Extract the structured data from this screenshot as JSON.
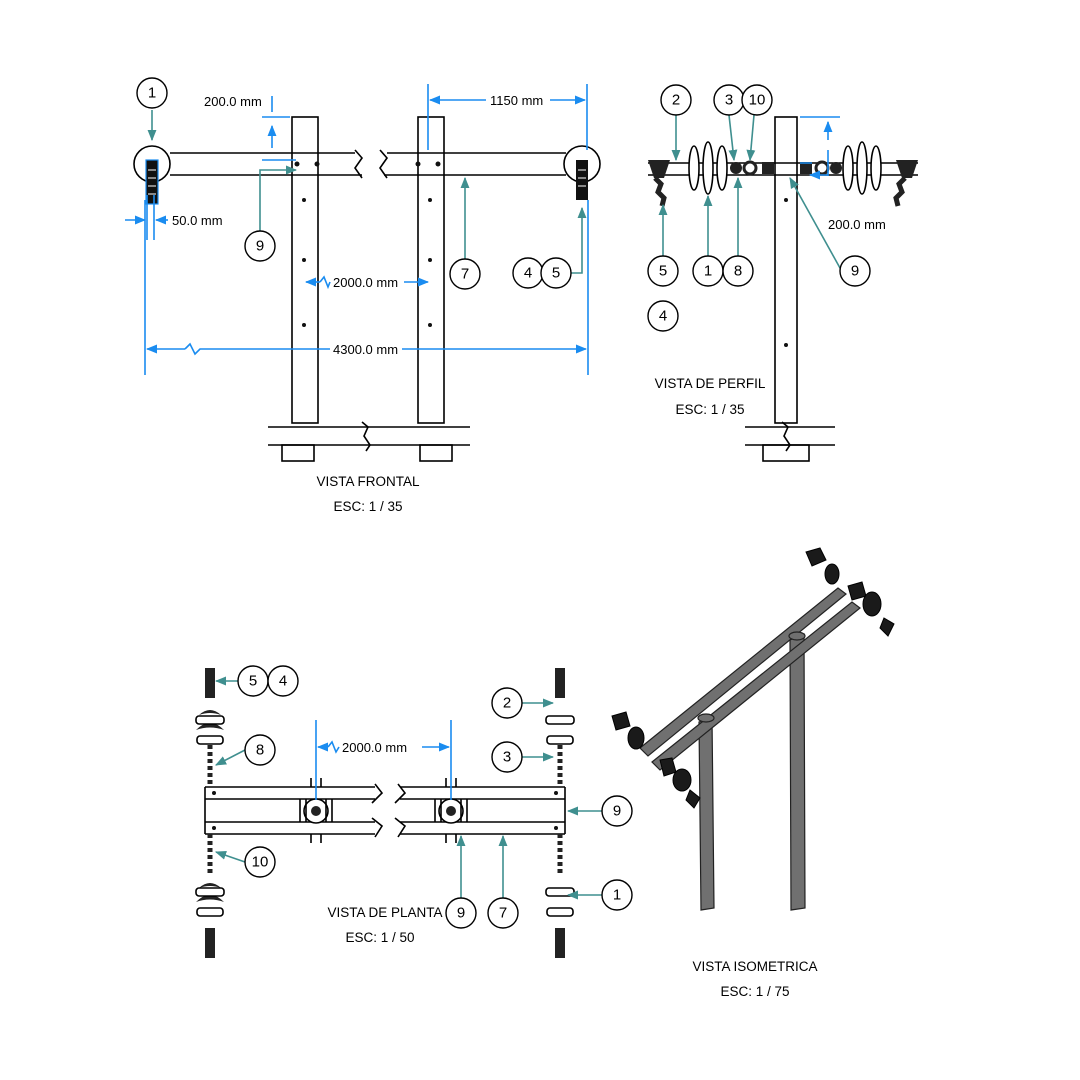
{
  "views": {
    "frontal": {
      "title": "VISTA FRONTAL",
      "scale": "ESC: 1 / 35",
      "dims": {
        "top_offset": "200.0 mm",
        "right_span": "1150 mm",
        "end_offset": "50.0 mm",
        "post_spacing": "2000.0 mm",
        "overall": "4300.0 mm"
      },
      "callouts": [
        "1",
        "9",
        "7",
        "4",
        "5"
      ]
    },
    "perfil": {
      "title": "VISTA DE PERFIL",
      "scale": "ESC: 1 / 35",
      "dims": {
        "offset": "200.0 mm"
      },
      "callouts": [
        "2",
        "3",
        "10",
        "5",
        "4",
        "1",
        "8",
        "9"
      ]
    },
    "planta": {
      "title": "VISTA DE PLANTA",
      "scale": "ESC: 1 / 50",
      "dims": {
        "post_spacing": "2000.0 mm"
      },
      "callouts": [
        "5",
        "4",
        "8",
        "10",
        "2",
        "3",
        "9",
        "1",
        "9",
        "7"
      ]
    },
    "isometrica": {
      "title": "VISTA ISOMETRICA",
      "scale": "ESC: 1 / 75"
    }
  }
}
